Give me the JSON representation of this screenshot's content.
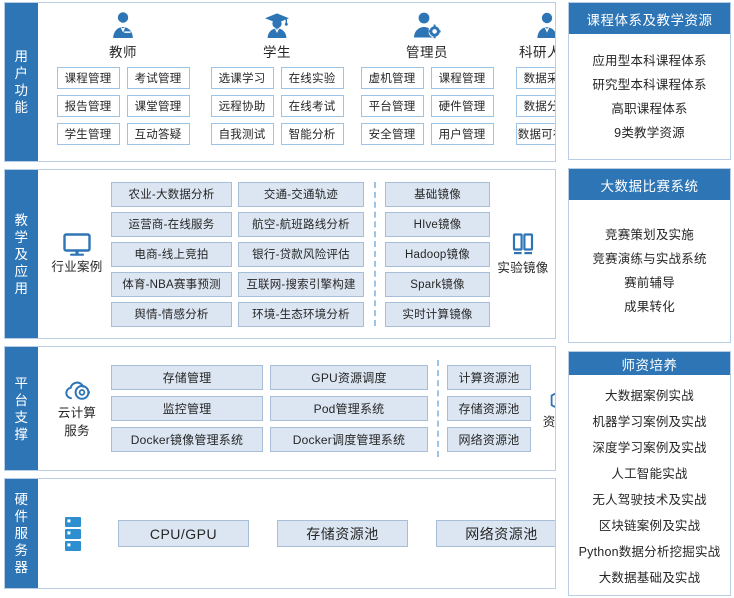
{
  "sections": [
    {
      "id": "user-functions",
      "label": "用户功能",
      "roles": [
        {
          "name": "教师",
          "icon": "teacher-icon",
          "columns": [
            [
              "课程管理",
              "报告管理",
              "学生管理"
            ],
            [
              "考试管理",
              "课堂管理",
              "互动答疑"
            ]
          ]
        },
        {
          "name": "学生",
          "icon": "student-icon",
          "columns": [
            [
              "选课学习",
              "远程协助",
              "自我测试"
            ],
            [
              "在线实验",
              "在线考试",
              "智能分析"
            ]
          ]
        },
        {
          "name": "管理员",
          "icon": "admin-icon",
          "columns": [
            [
              "虚机管理",
              "平台管理",
              "安全管理"
            ],
            [
              "课程管理",
              "硬件管理",
              "用户管理"
            ]
          ]
        },
        {
          "name": "科研人员",
          "icon": "researcher-icon",
          "columns": [
            [
              "数据采集",
              "数据分析",
              "数据可视化"
            ]
          ]
        }
      ]
    },
    {
      "id": "teaching-application",
      "label": "教学及应用",
      "case_group": {
        "caption": "行业案例",
        "icon": "monitor-icon",
        "columns": [
          [
            "农业-大数据分析",
            "运营商-在线服务",
            "电商-线上竞拍",
            "体育-NBA赛事预测",
            "舆情-情感分析"
          ],
          [
            "交通-交通轨迹",
            "航空-航班路线分析",
            "银行-贷款风险评估",
            "互联网-搜索引擎构建",
            "环境-生态环境分析"
          ]
        ]
      },
      "image_group": {
        "caption": "实验镜像",
        "icon": "server-pair-icon",
        "items": [
          "基础镜像",
          "HIve镜像",
          "Hadoop镜像",
          "Spark镜像",
          "实时计算镜像"
        ]
      }
    },
    {
      "id": "platform-support",
      "label": "平台支撑",
      "cloud_group": {
        "caption": "云计算\n服务",
        "caption_line1": "云计算",
        "caption_line2": "服务",
        "icon": "cloud-service-icon",
        "columns": [
          [
            "存储管理",
            "监控管理",
            "Docker镜像管理系统"
          ],
          [
            "GPU资源调度",
            "Pod管理系统",
            "Docker调度管理系统"
          ]
        ]
      },
      "pool_group": {
        "caption": "资源池",
        "icon": "resource-pool-icon",
        "items": [
          "计算资源池",
          "存储资源池",
          "网络资源池"
        ]
      }
    },
    {
      "id": "hardware-servers",
      "label": "硬件服务器",
      "icon": "server-rack-icon",
      "items": [
        "CPU/GPU",
        "存储资源池",
        "网络资源池"
      ]
    }
  ],
  "panels": [
    {
      "id": "course-system",
      "title": "课程体系及教学资源",
      "items": [
        "应用型本科课程体系",
        "研究型本科课程体系",
        "高职课程体系",
        "9类教学资源"
      ]
    },
    {
      "id": "contest-system",
      "title": "大数据比赛系统",
      "items": [
        "竞赛策划及实施",
        "竞赛演练与实战系统",
        "赛前辅导",
        "成果转化"
      ]
    },
    {
      "id": "faculty-training",
      "title": "师资培养",
      "items": [
        "大数据案例实战",
        "机器学习案例及实战",
        "深度学习案例及实战",
        "人工智能实战",
        "无人驾驶技术及实战",
        "区块链案例及实战",
        "Python数据分析挖掘实战",
        "大数据基础及实战"
      ]
    }
  ],
  "colors": {
    "brand_blue": "#2e75b6",
    "box_fill": "#dce6f2",
    "box_border": "#a8bed6",
    "outline_border": "#b9cde4"
  }
}
